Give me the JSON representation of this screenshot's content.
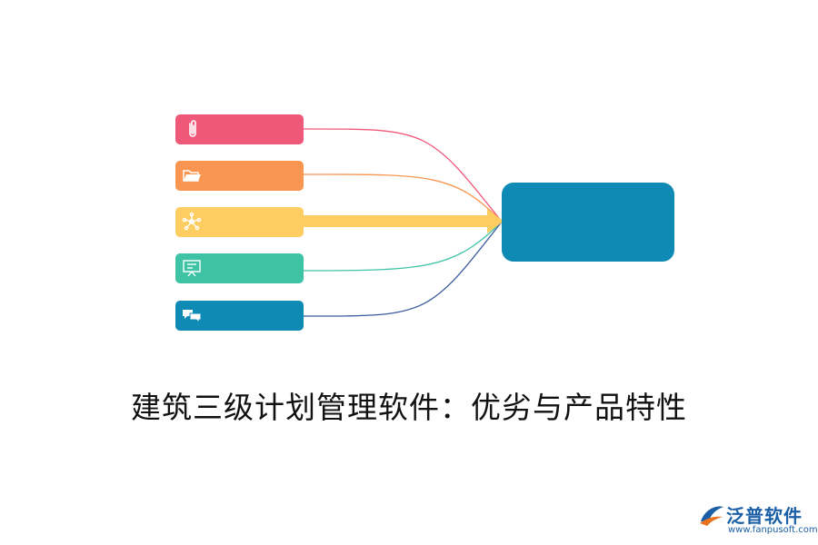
{
  "diagram": {
    "items": [
      {
        "label": "",
        "icon": "paperclip-icon",
        "color": "#f0587a"
      },
      {
        "label": "",
        "icon": "folder-icon",
        "color": "#f89651"
      },
      {
        "label": "",
        "icon": "network-icon",
        "color": "#fdcd62"
      },
      {
        "label": "",
        "icon": "presentation-board-icon",
        "color": "#3fc3a5"
      },
      {
        "label": "",
        "icon": "chat-bubbles-icon",
        "color": "#0e8ab5"
      }
    ],
    "center": {
      "label": "",
      "color": "#0e8ab5"
    },
    "arrow_color": "#fdcd62"
  },
  "title": "建筑三级计划管理软件：优劣与产品特性",
  "brand": {
    "name": "泛普软件",
    "url": "www.fanpusoft.com",
    "color": "#1b5fa6",
    "accent": "#e8731f"
  }
}
